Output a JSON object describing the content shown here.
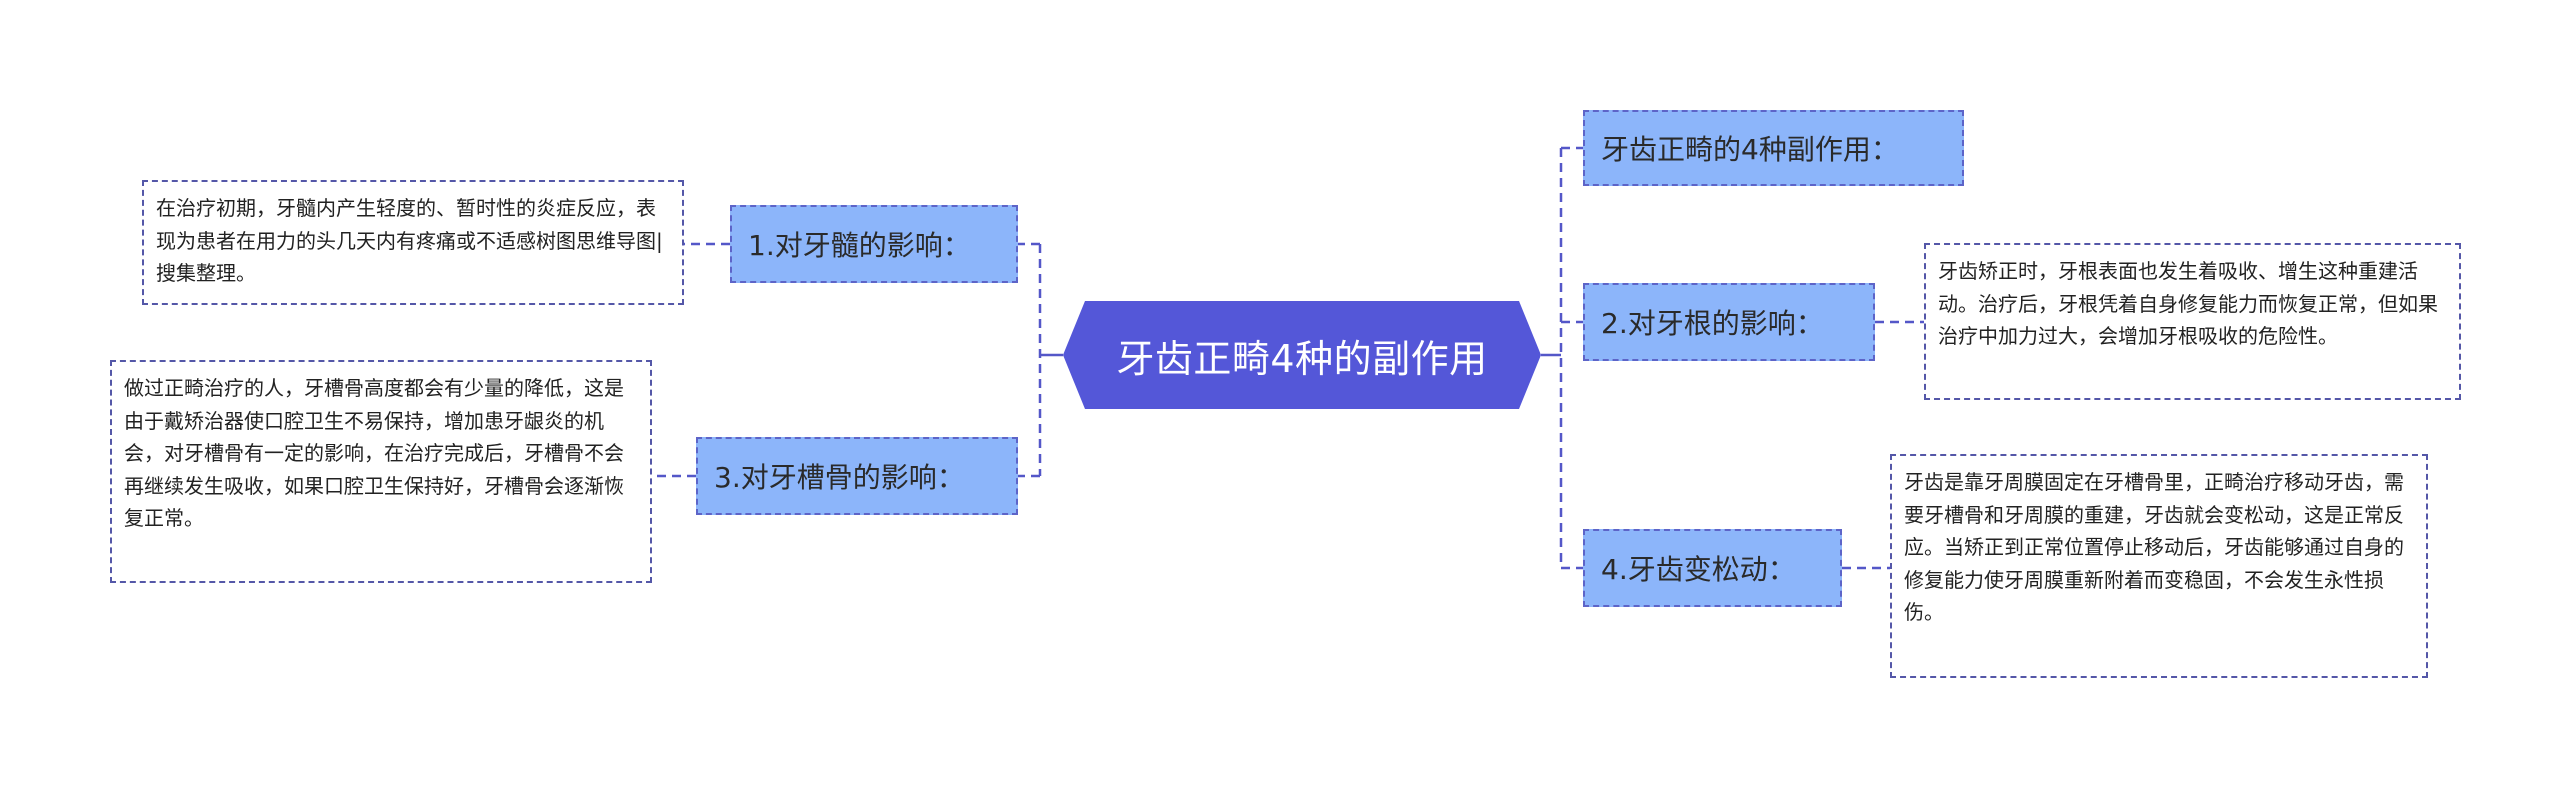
{
  "center": {
    "label": "牙齿正畸4种的副作用"
  },
  "topics": {
    "t1": {
      "label": "1.对牙髓的影响："
    },
    "t3": {
      "label": "3.对牙槽骨的影响："
    },
    "t0": {
      "label": "牙齿正畸的4种副作用："
    },
    "t2": {
      "label": "2.对牙根的影响："
    },
    "t4": {
      "label": "4.牙齿变松动："
    }
  },
  "notes": {
    "n1": "在治疗初期，牙髓内产生轻度的、暂时性的炎症反应，表现为患者在用力的头几天内有疼痛或不适感树图思维导图|搜集整理。",
    "n3": "做过正畸治疗的人，牙槽骨高度都会有少量的降低，这是由于戴矫治器使口腔卫生不易保持，增加患牙龈炎的机会，对牙槽骨有一定的影响，在治疗完成后，牙槽骨不会再继续发生吸收，如果口腔卫生保持好，牙槽骨会逐渐恢复正常。",
    "n2": "牙齿矫正时，牙根表面也发生着吸收、增生这种重建活动。治疗后，牙根凭着自身修复能力而恢复正常，但如果治疗中加力过大，会增加牙根吸收的危险性。",
    "n4": "牙齿是靠牙周膜固定在牙槽骨里，正畸治疗移动牙齿，需要牙槽骨和牙周膜的重建，牙齿就会变松动，这是正常反应。当矫正到正常位置停止移动后，牙齿能够通过自身的修复能力使牙周膜重新附着而变稳固，不会发生永性损伤。"
  },
  "colors": {
    "center_fill": "#5457d8",
    "topic_fill": "#8cb5fa",
    "connector": "#5457c8"
  }
}
